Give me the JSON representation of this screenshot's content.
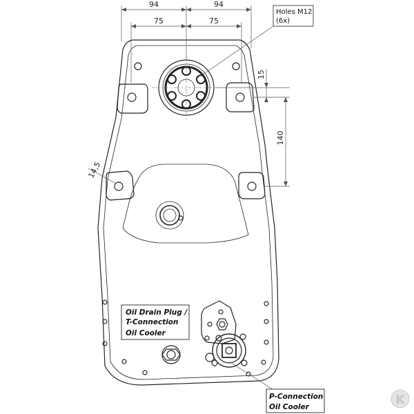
{
  "dimensions": {
    "top_left_outer": "94",
    "top_right_outer": "94",
    "top_left_inner": "75",
    "top_right_inner": "75",
    "vertical_small": "15",
    "vertical_large": "140",
    "angled_hole": "14,5"
  },
  "callouts": {
    "holes_line1": "Holes M12",
    "holes_line2": "(6x)",
    "oil_drain_line1": "Oil Drain Plug /",
    "oil_drain_line2": "T-Connection",
    "oil_drain_line3": "Oil Cooler",
    "p_conn_line1": "P-Connection",
    "p_conn_line2": "Oil Cooler"
  },
  "logo": {
    "text": "K"
  },
  "colors": {
    "line": "#222222",
    "dim_line": "#555555",
    "logo": "#c8c8c8"
  }
}
